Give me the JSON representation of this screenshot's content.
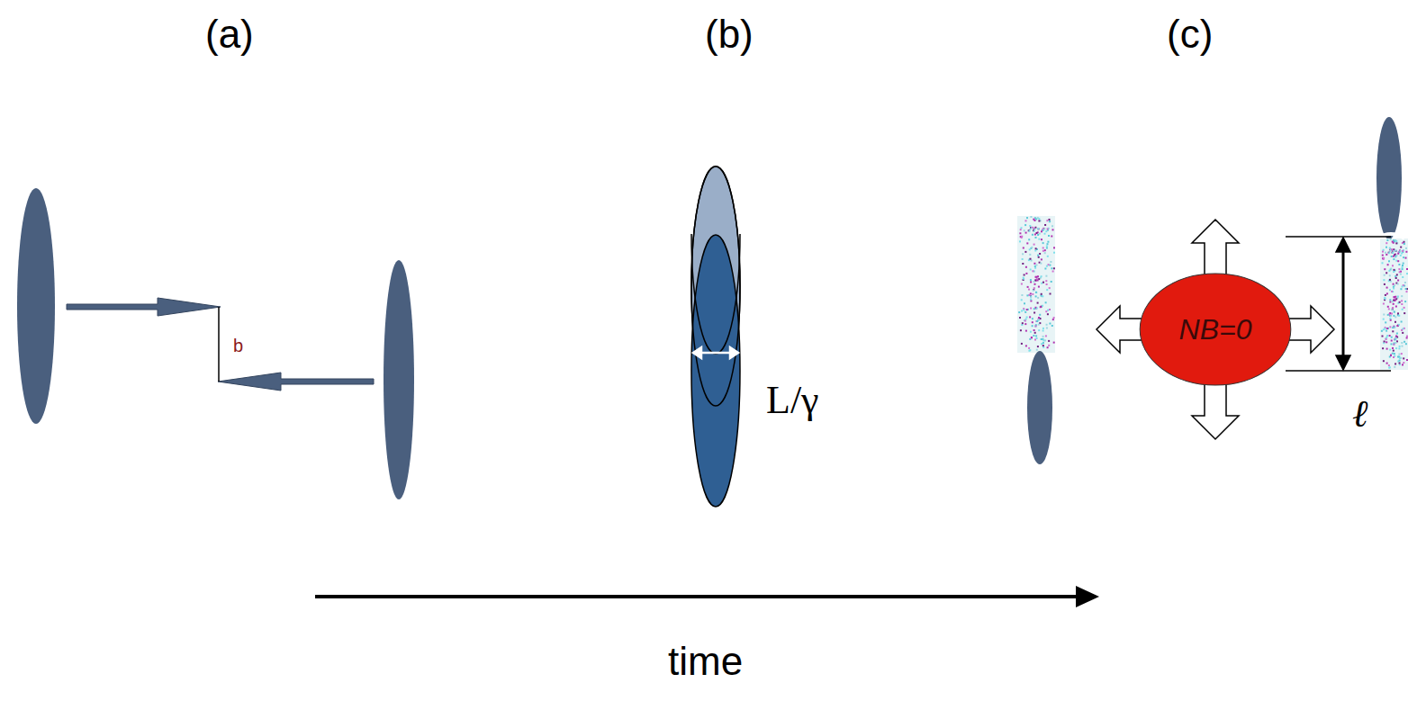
{
  "diagram": {
    "nodes": [
      {
        "text": [
          "NB=0"
        ]
      }
    ],
    "labels": [
      "(a)",
      "(b)",
      "(c)",
      "b",
      "L/γ",
      "ℓ",
      "time"
    ]
  }
}
